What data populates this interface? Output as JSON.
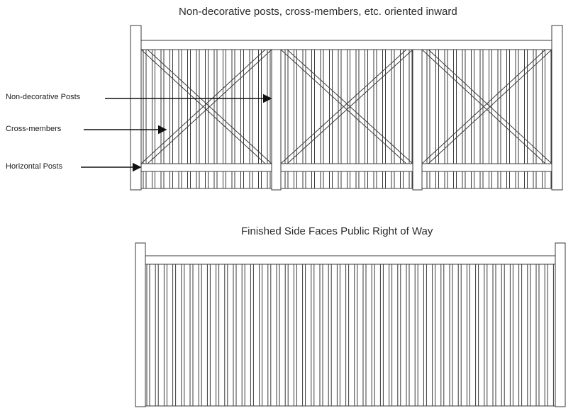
{
  "top_diagram": {
    "title": "Non-decorative posts, cross-members, etc. oriented inward",
    "labels": {
      "posts": "Non-decorative Posts",
      "cross_members": "Cross-members",
      "horizontal_posts": "Horizontal Posts"
    }
  },
  "bottom_diagram": {
    "title": "Finished Side Faces Public Right of Way"
  }
}
